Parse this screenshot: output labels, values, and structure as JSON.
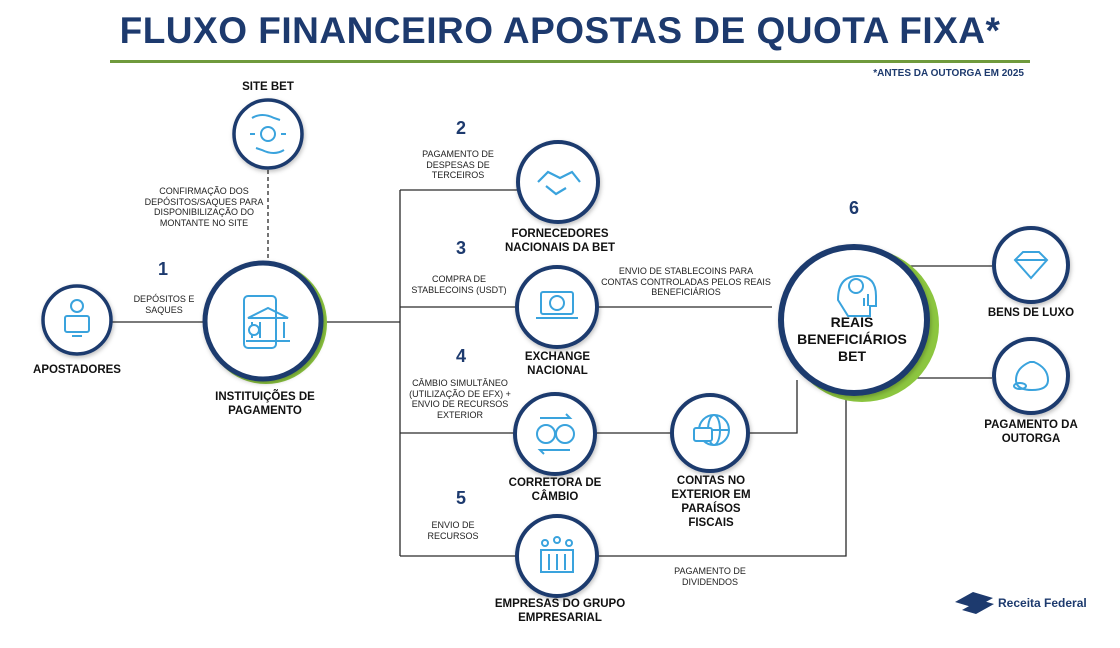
{
  "title": "FLUXO FINANCEIRO APOSTAS DE QUOTA FIXA*",
  "note": "*ANTES DA OUTORGA EM 2025",
  "nodes": {
    "site_bet": "SITE BET",
    "apostadores": "APOSTADORES",
    "instituicoes": "INSTITUIÇÕES DE PAGAMENTO",
    "fornecedores": "FORNECEDORES NACIONAIS DA BET",
    "exchange": "EXCHANGE NACIONAL",
    "corretora": "CORRETORA DE CÂMBIO",
    "contas": "CONTAS NO EXTERIOR EM PARAÍSOS FISCAIS",
    "empresas": "EMPRESAS DO GRUPO EMPRESARIAL",
    "reais": "REAIS BENEFICIÁRIOS BET",
    "bens": "BENS DE LUXO",
    "pagamento_outorga": "PAGAMENTO DA OUTORGA"
  },
  "numbers": {
    "n1": "1",
    "n2": "2",
    "n3": "3",
    "n4": "4",
    "n5": "5",
    "n6": "6"
  },
  "edges": {
    "confirmacao": "CONFIRMAÇÃO DOS DEPÓSITOS/SAQUES PARA DISPONIBILIZAÇÃO DO MONTANTE NO SITE",
    "depositos": "DEPÓSITOS E SAQUES",
    "despesas": "PAGAMENTO DE DESPESAS DE TERCEIROS",
    "compra": "COMPRA DE STABLECOINS (USDT)",
    "envio_stable": "ENVIO DE STABLECOINS PARA CONTAS CONTROLADAS PELOS REAIS BENEFICIÁRIOS",
    "cambio": "CÂMBIO SIMULTÂNEO (UTILIZAÇÃO DE EFX) + ENVIO DE RECURSOS EXTERIOR",
    "envio_recursos": "ENVIO DE RECURSOS",
    "dividendos": "PAGAMENTO DE DIVIDENDOS"
  },
  "logo": "Receita Federal",
  "colors": {
    "navy": "#1d3a6e",
    "green": "#8cc63f",
    "icon_blue": "#3aa3dd",
    "line": "#2a2a2a"
  }
}
